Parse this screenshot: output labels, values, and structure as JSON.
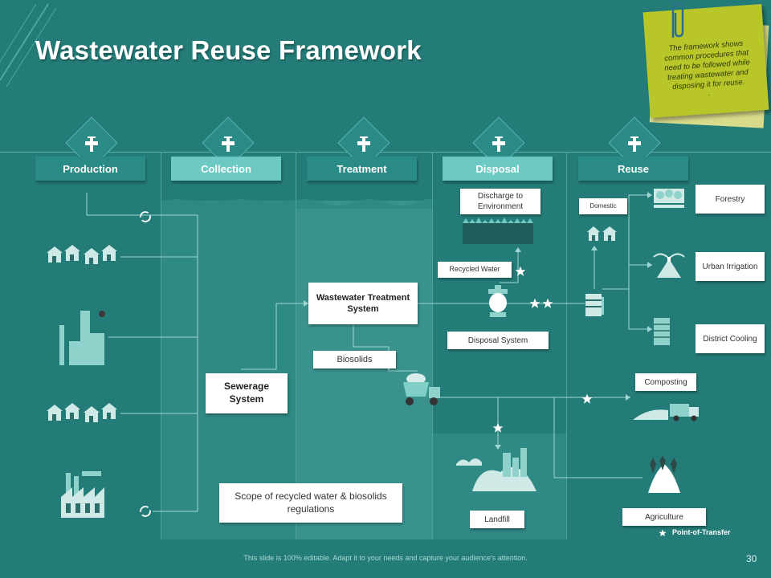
{
  "title": "Wastewater Reuse Framework",
  "note": "The framework shows common procedures that need to be followed while treating wastewater and disposing it for reuse.",
  "note_dot": ".",
  "stages": [
    "Production",
    "Collection",
    "Treatment",
    "Disposal",
    "Reuse"
  ],
  "boxes": {
    "discharge": "Discharge to Environment",
    "recycled_water": "Recycled Water",
    "wastewater_treatment": "Wastewater Treatment System",
    "disposal_system": "Disposal System",
    "biosolids": "Biosolids",
    "sewerage": "Sewerage System",
    "scope": "Scope of recycled water & biosolids regulations",
    "landfill": "Landfill",
    "domestic": "Domestic",
    "forestry": "Forestry",
    "urban_irrigation": "Urban Irrigation",
    "district_cooling": "District Cooling",
    "composting": "Composting",
    "agriculture": "Agriculture"
  },
  "legend": "Point-of-Transfer",
  "footer": "This slide is 100% editable. Adapt it to your needs and capture your audience's attention.",
  "page_number": "30",
  "colors": {
    "background": "#247c78",
    "tab_dark": "#2a8a86",
    "tab_light": "#6cc9c3",
    "sticky": "#b8c62a"
  }
}
